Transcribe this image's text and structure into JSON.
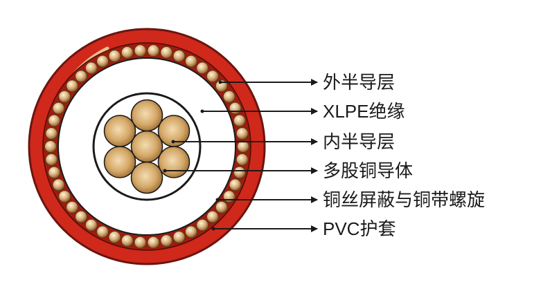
{
  "colors": {
    "pvc_sheath": "#d0281a",
    "pvc_sheath_edge": "#7a1a12",
    "copper_wire": "#d8b07a",
    "copper_wire_dark": "#8a5a28",
    "conductor_light": "#f4dcb2",
    "conductor_dark": "#9a6830",
    "insulation": "#ffffff",
    "outline": "#1a1a1a",
    "copper_tape": "#e8c08a"
  },
  "labels": [
    {
      "text": "外半导层"
    },
    {
      "text": "XLPE绝缘"
    },
    {
      "text": "内半导层"
    },
    {
      "text": "多股铜导体"
    },
    {
      "text": "铜丝屏蔽与铜带螺旋"
    },
    {
      "text": "PVC护套"
    }
  ]
}
